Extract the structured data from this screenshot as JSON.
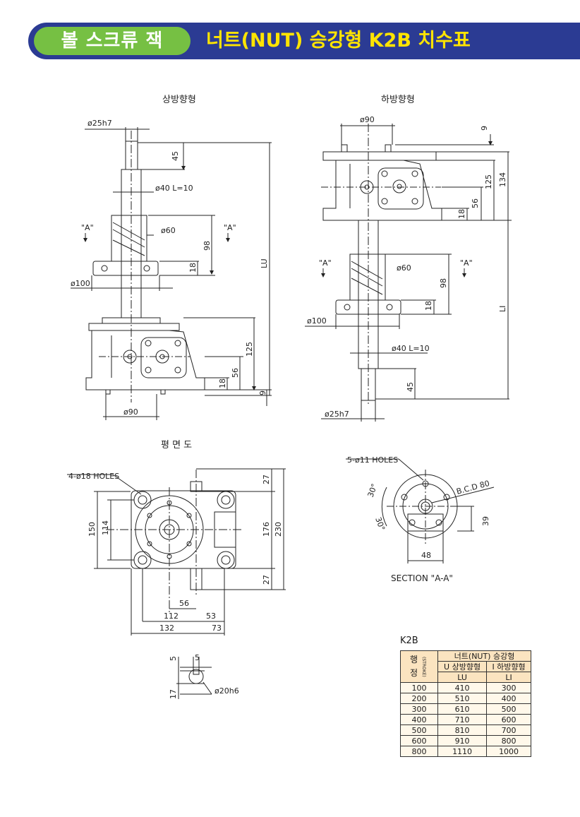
{
  "header": {
    "pill_label": "볼 스크류 잭",
    "title": "너트(NUT) 승강형 K2B 치수표"
  },
  "views": {
    "upward_title": "상방향형",
    "downward_title": "하방향형",
    "plan_title": "평 면 도",
    "section_title": "SECTION \"A-A\""
  },
  "dims": {
    "shaft_dia": "ø25h7",
    "shaft_len": "45",
    "key": "ø40  L=10",
    "nut_dia": "ø60",
    "nut_len": "98",
    "flange_thk": "18",
    "flange_dia": "ø100",
    "body_h": "125",
    "base_h": "56",
    "base_thk": "18",
    "base_gap": "9",
    "base_w": "ø90",
    "total_up": "LU",
    "total_down": "LI",
    "down_134": "134",
    "section_a": "\"A\"",
    "holes_4": "4-ø18 HOLES",
    "holes_5": "5-ø11 HOLES",
    "bcd": "B.C.D 80",
    "angle": "30°",
    "sec_39": "39",
    "sec_48": "48",
    "plan_150": "150",
    "plan_114": "114",
    "plan_27": "27",
    "plan_176": "176",
    "plan_230": "230",
    "plan_56": "56",
    "plan_112": "112",
    "plan_53": "53",
    "plan_132": "132",
    "plan_73": "73",
    "key_5": "5",
    "key_17": "17",
    "key_dia": "ø20h6"
  },
  "spec_table": {
    "title": "K2B",
    "stroke_label_top": "행",
    "stroke_label_mid": "(STROKE)",
    "stroke_label_bot": "정",
    "group_header": "너트(NUT) 승강형",
    "col_u": "U 상방향형",
    "col_i": "I 하방향형",
    "sub_u": "LU",
    "sub_i": "LI",
    "rows": [
      {
        "stroke": "100",
        "lu": "410",
        "li": "300"
      },
      {
        "stroke": "200",
        "lu": "510",
        "li": "400"
      },
      {
        "stroke": "300",
        "lu": "610",
        "li": "500"
      },
      {
        "stroke": "400",
        "lu": "710",
        "li": "600"
      },
      {
        "stroke": "500",
        "lu": "810",
        "li": "700"
      },
      {
        "stroke": "600",
        "lu": "910",
        "li": "800"
      },
      {
        "stroke": "800",
        "lu": "1110",
        "li": "1000"
      }
    ]
  }
}
